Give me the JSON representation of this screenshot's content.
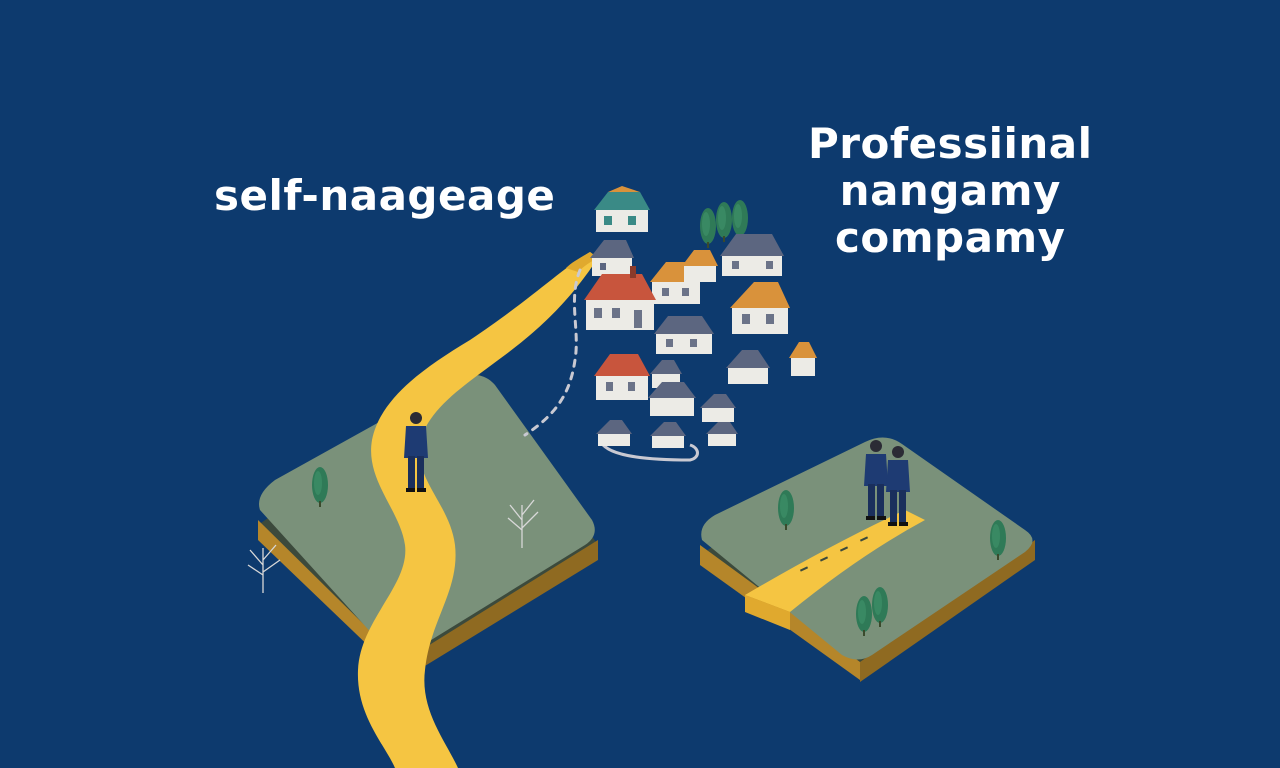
{
  "labels": {
    "left": "self-naageage",
    "right_lines": [
      "Professiinal",
      "nangamy",
      "compamy"
    ]
  },
  "colors": {
    "background": "#0d3a6e",
    "path": "#f5c542",
    "path_dark": "#e0a92e",
    "island_top": "#7a917a",
    "island_side": "#b5862a",
    "island_base": "#3c4a3c",
    "tree": "#2f7a57",
    "figure": "#1e3b73",
    "roof_red": "#c8553d",
    "roof_grey": "#5c6680",
    "roof_orange": "#d9923b",
    "roof_teal": "#3a8a86",
    "wall": "#ecebe6"
  },
  "icons": [
    "tree-icon",
    "bare-tree-icon",
    "person-icon",
    "house-icon"
  ]
}
